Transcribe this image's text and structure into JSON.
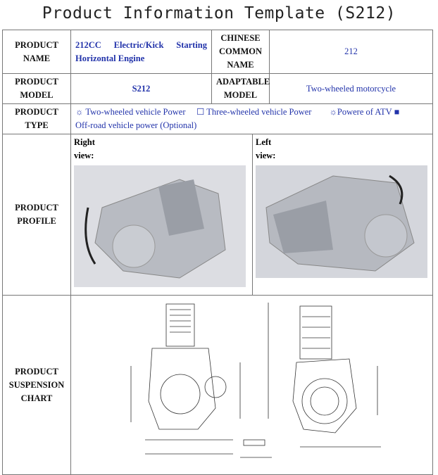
{
  "title": "Product Information Template (S212)",
  "rows": {
    "name_label": "PRODUCT NAME",
    "name_value": "212CC Electric/Kick Starting Horizontal Engine",
    "chinese_label": "CHINESE COMMON NAME",
    "chinese_value": "212",
    "model_label": "PRODUCT MODEL",
    "model_value": "S212",
    "adaptable_label": "ADAPTABLE MODEL",
    "adaptable_value": "Two-wheeled motorcycle",
    "type_label": "PRODUCT TYPE",
    "type_options": [
      "☼ Two-wheeled vehicle Power",
      "☐ Three-wheeled vehicle Power",
      "☼Powere of ATV ■",
      "Off-road vehicle power (Optional)"
    ],
    "profile_label": "PRODUCT PROFILE",
    "right_view": "Right view:",
    "left_view": "Left view:",
    "suspension_label": "PRODUCT SUSPENSION CHART"
  },
  "colors": {
    "value_text": "#2233aa",
    "border": "#777777"
  }
}
